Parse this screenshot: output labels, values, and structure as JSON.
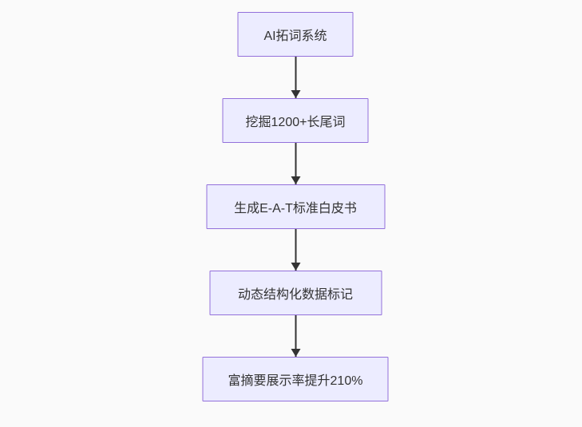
{
  "page": {
    "background_color": "#fafafa"
  },
  "flowchart": {
    "type": "flowchart",
    "direction": "top-down",
    "node_fill_color": "#ECECFF",
    "node_border_color": "#9370DB",
    "node_text_color": "#333333",
    "arrow_color": "#333333",
    "nodes": [
      {
        "label": "AI拓词系统"
      },
      {
        "label": "挖掘1200+长尾词"
      },
      {
        "label": "生成E-A-T标准白皮书"
      },
      {
        "label": "动态结构化数据标记"
      },
      {
        "label": "富摘要展示率提升210%"
      }
    ],
    "edges": [
      {
        "from": "AI拓词系统",
        "to": "挖掘1200+长尾词"
      },
      {
        "from": "挖掘1200+长尾词",
        "to": "生成E-A-T标准白皮书"
      },
      {
        "from": "生成E-A-T标准白皮书",
        "to": "动态结构化数据标记"
      },
      {
        "from": "动态结构化数据标记",
        "to": "富摘要展示率提升210%"
      }
    ]
  }
}
